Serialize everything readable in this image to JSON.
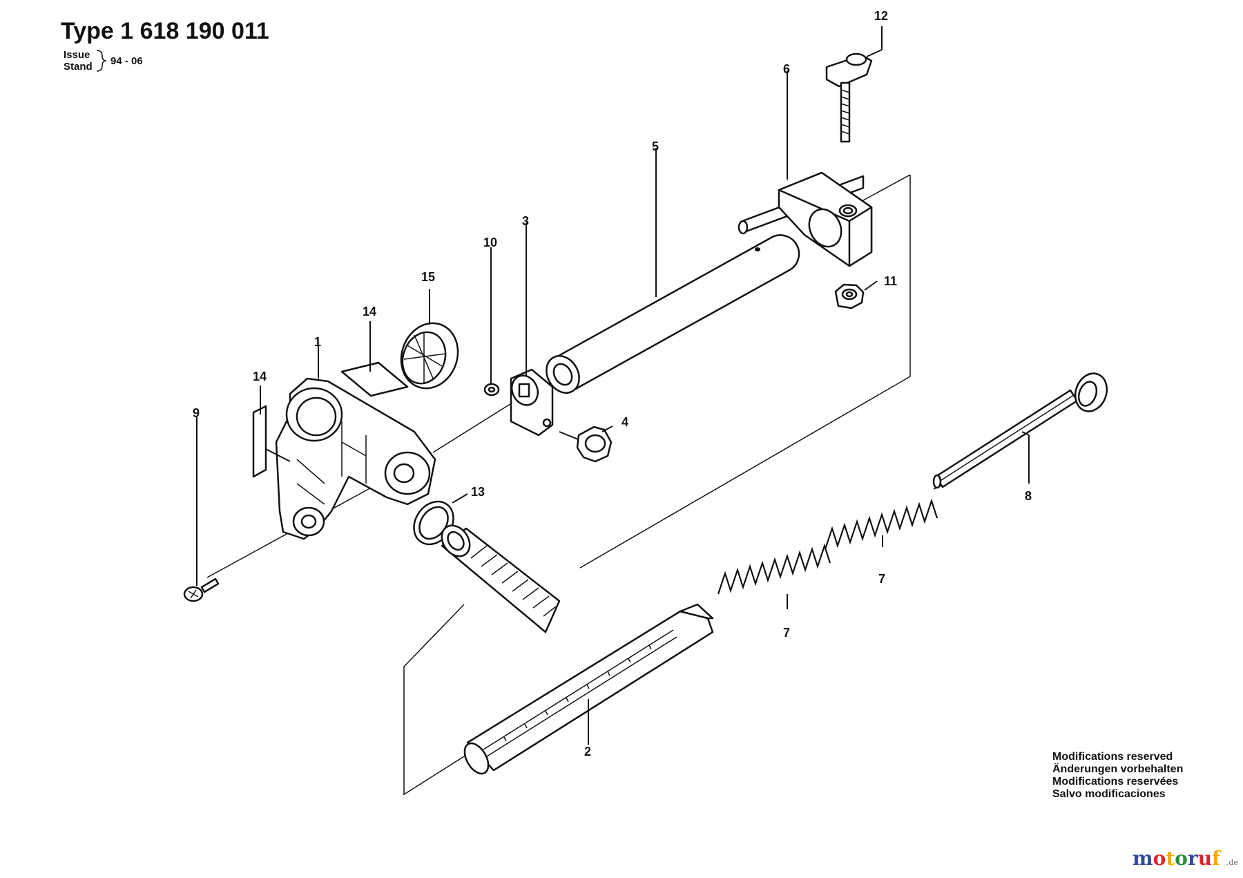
{
  "header": {
    "type_label": "Type 1 618 190 011",
    "issue_label": "Issue",
    "stand_label": "Stand",
    "issue_value": "94 - 06"
  },
  "callouts": {
    "p1": "1",
    "p2": "2",
    "p3": "3",
    "p4": "4",
    "p5": "5",
    "p6": "6",
    "p7a": "7",
    "p7b": "7",
    "p8": "8",
    "p9": "9",
    "p10": "10",
    "p11": "11",
    "p12": "12",
    "p13": "13",
    "p14a": "14",
    "p14b": "14",
    "p15": "15"
  },
  "notice": {
    "line1": "Modifications reserved",
    "line2": "Änderungen vorbehalten",
    "line3": "Modifications reservées",
    "line4": "Salvo modificaciones"
  },
  "watermark": {
    "m1": "m",
    "o1": "o",
    "t": "t",
    "o2": "o",
    "r": "r",
    "u": "u",
    "f": "f",
    "suffix": ".de",
    "colors": [
      "#2e4a9e",
      "#d9232d",
      "#f2a900",
      "#2e8b3a",
      "#2e4a9e",
      "#d9232d",
      "#f2a900"
    ]
  }
}
